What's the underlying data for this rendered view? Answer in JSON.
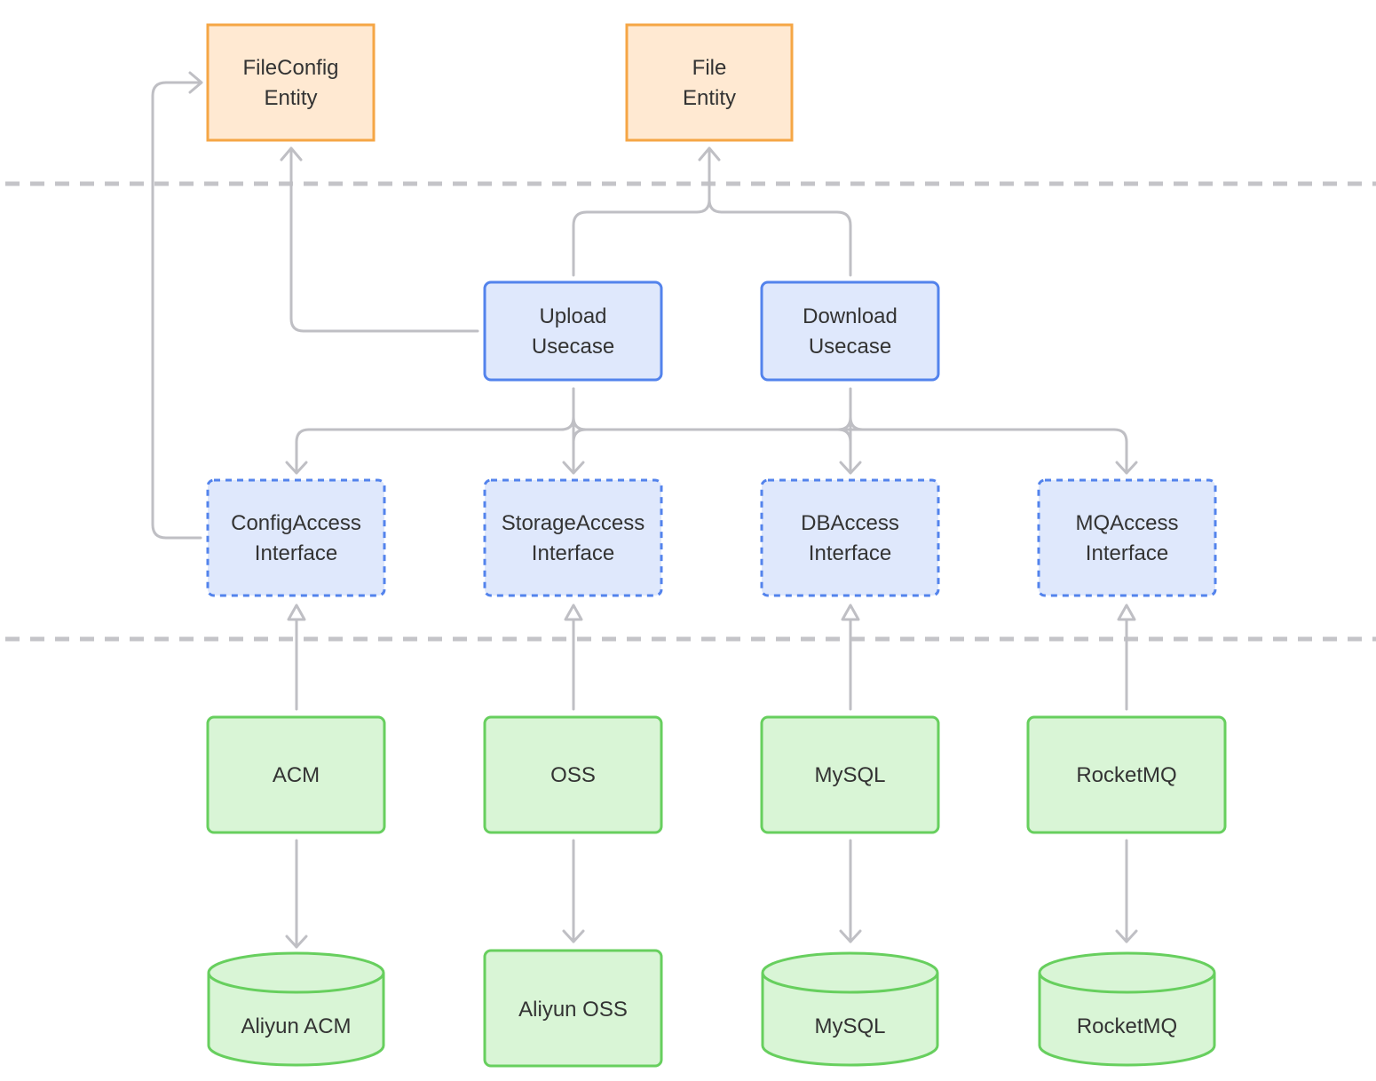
{
  "nodes": {
    "fileconfig_entity": {
      "lines": [
        "FileConfig",
        "Entity"
      ]
    },
    "file_entity": {
      "lines": [
        "File",
        "Entity"
      ]
    },
    "upload_usecase": {
      "lines": [
        "Upload",
        "Usecase"
      ]
    },
    "download_usecase": {
      "lines": [
        "Download",
        "Usecase"
      ]
    },
    "config_access_interface": {
      "lines": [
        "ConfigAccess",
        "Interface"
      ]
    },
    "storage_access_interface": {
      "lines": [
        "StorageAccess",
        "Interface"
      ]
    },
    "db_access_interface": {
      "lines": [
        "DBAccess",
        "Interface"
      ]
    },
    "mq_access_interface": {
      "lines": [
        "MQAccess",
        "Interface"
      ]
    },
    "acm": {
      "lines": [
        "ACM"
      ]
    },
    "oss": {
      "lines": [
        "OSS"
      ]
    },
    "mysql": {
      "lines": [
        "MySQL"
      ]
    },
    "rocketmq": {
      "lines": [
        "RocketMQ"
      ]
    },
    "aliyun_acm": {
      "lines": [
        "Aliyun ACM"
      ]
    },
    "aliyun_oss": {
      "lines": [
        "Aliyun OSS"
      ]
    },
    "mysql_db": {
      "lines": [
        "MySQL"
      ]
    },
    "rocketmq_db": {
      "lines": [
        "RocketMQ"
      ]
    }
  },
  "styles": {
    "entity": {
      "fill": "#ffe9d2",
      "stroke": "#f5a645"
    },
    "usecase": {
      "fill": "#dfe8fc",
      "stroke": "#5383ec"
    },
    "interface": {
      "fill": "#dfe8fc",
      "stroke": "#5383ec"
    },
    "infra": {
      "fill": "#d9f5d6",
      "stroke": "#67cf5e"
    },
    "edge": "#bfbfc4",
    "separator": "#c4c4c8"
  },
  "edges": [
    {
      "from": "upload_usecase",
      "to": "fileconfig_entity",
      "arrow": "open"
    },
    {
      "from": "upload_usecase",
      "to": "file_entity",
      "arrow": "open"
    },
    {
      "from": "download_usecase",
      "to": "file_entity",
      "arrow": "open"
    },
    {
      "from": "config_access_interface",
      "to": "fileconfig_entity",
      "arrow": "open"
    },
    {
      "from": "upload_usecase",
      "to": "config_access_interface",
      "arrow": "open"
    },
    {
      "from": "upload_usecase",
      "to": "storage_access_interface",
      "arrow": "open"
    },
    {
      "from": "upload_usecase",
      "to": "db_access_interface",
      "arrow": "open"
    },
    {
      "from": "upload_usecase",
      "to": "mq_access_interface",
      "arrow": "open"
    },
    {
      "from": "download_usecase",
      "to": "storage_access_interface",
      "arrow": "open"
    },
    {
      "from": "download_usecase",
      "to": "db_access_interface",
      "arrow": "open"
    },
    {
      "from": "acm",
      "to": "config_access_interface",
      "arrow": "hollow-triangle"
    },
    {
      "from": "oss",
      "to": "storage_access_interface",
      "arrow": "hollow-triangle"
    },
    {
      "from": "mysql",
      "to": "db_access_interface",
      "arrow": "hollow-triangle"
    },
    {
      "from": "rocketmq",
      "to": "mq_access_interface",
      "arrow": "hollow-triangle"
    },
    {
      "from": "acm",
      "to": "aliyun_acm",
      "arrow": "open"
    },
    {
      "from": "oss",
      "to": "aliyun_oss",
      "arrow": "open"
    },
    {
      "from": "mysql",
      "to": "mysql_db",
      "arrow": "open"
    },
    {
      "from": "rocketmq",
      "to": "rocketmq_db",
      "arrow": "open"
    }
  ]
}
